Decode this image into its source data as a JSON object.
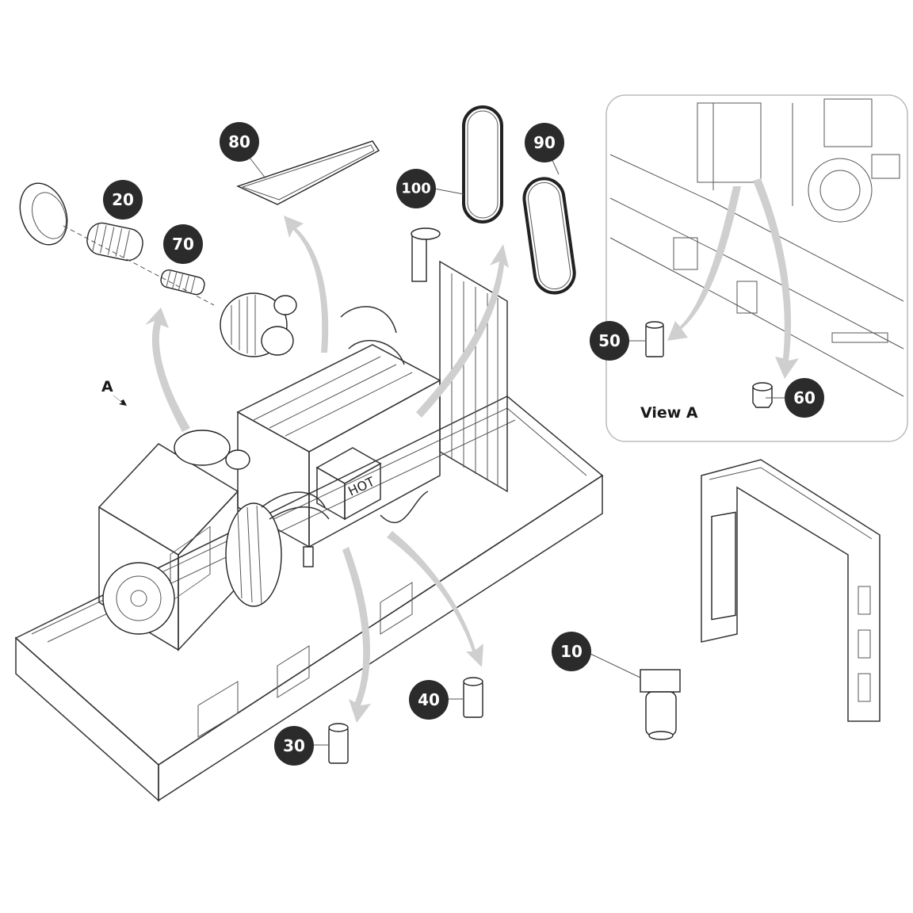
{
  "diagram": {
    "callouts": [
      {
        "id": "80",
        "label": "80"
      },
      {
        "id": "20",
        "label": "20"
      },
      {
        "id": "70",
        "label": "70"
      },
      {
        "id": "100",
        "label": "100"
      },
      {
        "id": "90",
        "label": "90"
      },
      {
        "id": "50",
        "label": "50"
      },
      {
        "id": "60",
        "label": "60"
      },
      {
        "id": "10",
        "label": "10"
      },
      {
        "id": "40",
        "label": "40"
      },
      {
        "id": "30",
        "label": "30"
      }
    ],
    "view_marker": "A",
    "inset_title": "View A",
    "hot_label": "HOT",
    "colors": {
      "callout_fill": "#2b2b2b",
      "callout_text": "#ffffff",
      "arrow": "#cfcfcf",
      "line": "#333333",
      "inset_border": "#bbbbbb"
    }
  }
}
